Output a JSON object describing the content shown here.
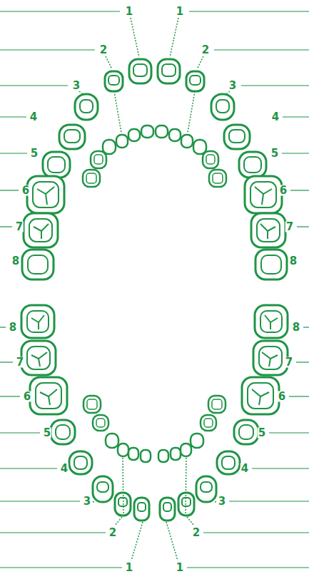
{
  "diagram": {
    "labels": [
      "1",
      "1",
      "2",
      "2",
      "3",
      "3",
      "4",
      "4",
      "5",
      "5",
      "6",
      "6",
      "7",
      "7",
      "8",
      "8",
      "8",
      "8",
      "7",
      "7",
      "6",
      "6",
      "5",
      "5",
      "4",
      "4",
      "3",
      "3",
      "2",
      "2",
      "1",
      "1"
    ]
  }
}
